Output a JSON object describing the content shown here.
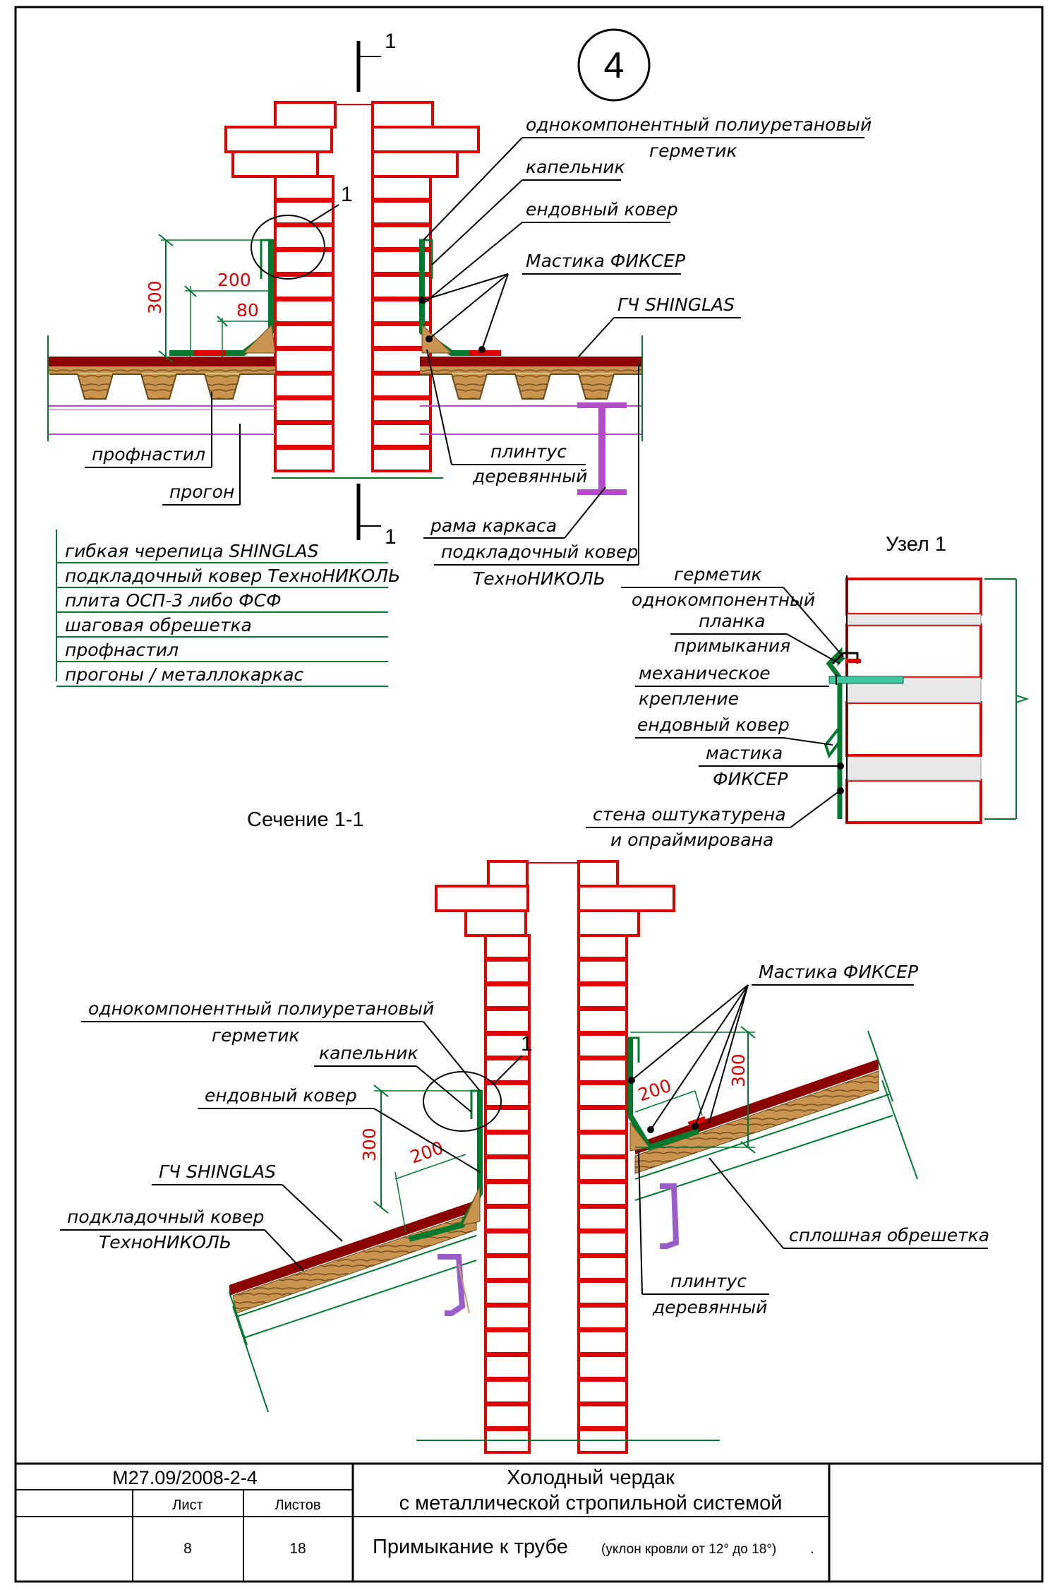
{
  "node_number": "4",
  "section_mark": "1",
  "callout": "1",
  "top_labels": {
    "sealant_1": "однокомпонентный полиуретановый",
    "sealant_2": "герметик",
    "drip": "капельник",
    "valley": "ендовный ковер",
    "mastic": "Мастика ФИКСЕР",
    "shingle": "ГЧ SHINGLAS",
    "deck": "профнастил",
    "purlin": "прогон",
    "plinth_1": "плинтус",
    "plinth_2": "деревянный",
    "frame": "рама каркаса",
    "underlay_1": "подкладочный ковер",
    "underlay_2": "ТехноНИКОЛЬ"
  },
  "top_dims": {
    "d300": "300",
    "d200": "200",
    "d80": "80"
  },
  "layers": [
    "гибкая черепица SHINGLAS",
    "подкладочный ковер ТехноНИКОЛЬ",
    "плита ОСП-3 либо ФСФ",
    "шаговая обрешетка",
    "профнастил",
    "прогоны / металлокаркас"
  ],
  "node1": {
    "title": "Узел 1",
    "sealant": "герметик",
    "strip_1": "однокомпонентный",
    "strip_2": "планка",
    "strip_3": "примыкания",
    "fix_1": "механическое",
    "fix_2": "крепление",
    "valley": "ендовный ковер",
    "mastic_1": "мастика",
    "mastic_2": "ФИКСЕР",
    "wall_1": "стена оштукатурена",
    "wall_2": "и опраймирована"
  },
  "section": {
    "title": "Сечение 1-1",
    "sealant_1": "однокомпонентный полиуретановый",
    "sealant_2": "герметик",
    "drip": "капельник",
    "valley": "ендовный ковер",
    "shingle": "ГЧ SHINGLAS",
    "underlay_1": "подкладочный ковер",
    "underlay_2": "ТехноНИКОЛЬ",
    "mastic": "Мастика ФИКСЕР",
    "solid": "сплошная обрешетка",
    "plinth_1": "плинтус",
    "plinth_2": "деревянный",
    "d300a": "300",
    "d200a": "200",
    "d300b": "300",
    "d200b": "200"
  },
  "title_block": {
    "code": "М27.09/2008-2-4",
    "sheet_label": "Лист",
    "sheets_label": "Листов",
    "sheet": "8",
    "sheets": "18",
    "title_1": "Холодный чердак",
    "title_2": "с металлической стропильной системой",
    "subject": "Примыкание к трубе",
    "note": "(уклон кровли от 12° до 18°)",
    "dot": "."
  },
  "colors": {
    "brick": "#e00000",
    "green": "#007a2e",
    "wood": "#b07a3a",
    "purple": "#b44bc8",
    "dim": "#e00000"
  }
}
